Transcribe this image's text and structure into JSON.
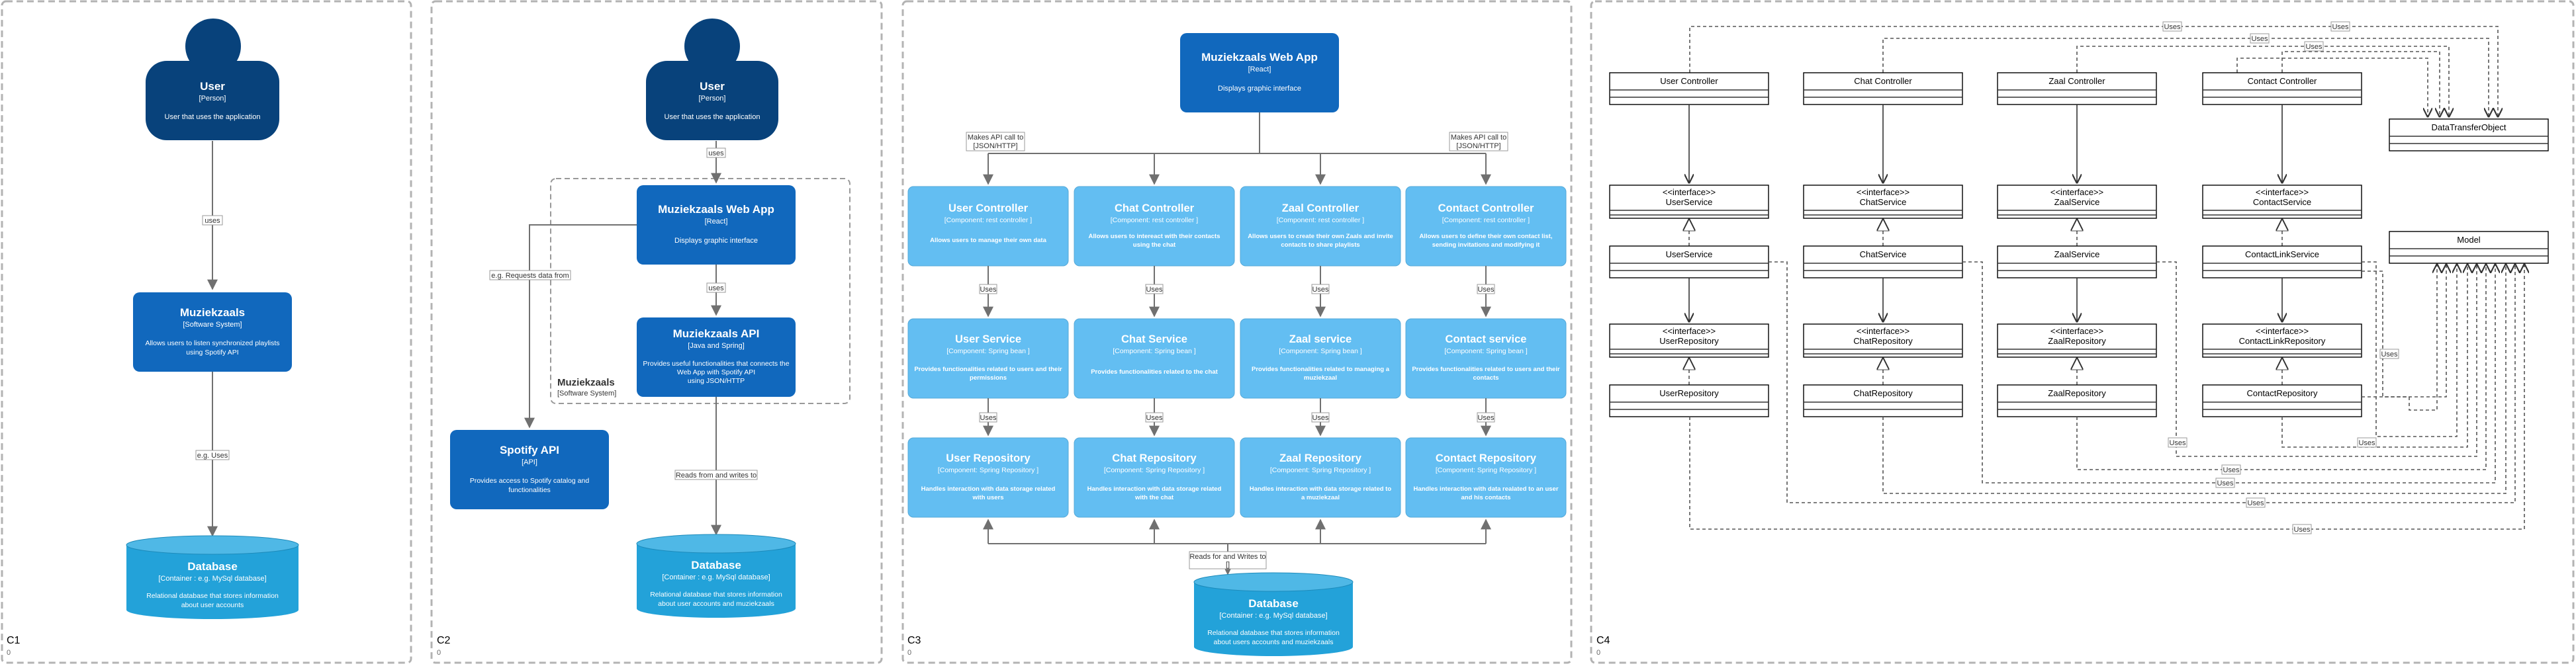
{
  "colors": {
    "person": "#08427b",
    "system": "#1168bd",
    "container_db": "#23a2d9",
    "component": "#63bef2",
    "edge": "#707070",
    "frame": "#b3b3b3"
  },
  "panels": {
    "c1": {
      "label": "C1",
      "sub": "0"
    },
    "c2": {
      "label": "C2",
      "sub": "0"
    },
    "c3": {
      "label": "C3",
      "sub": "0"
    },
    "c4": {
      "label": "C4",
      "sub": "0"
    }
  },
  "c1": {
    "user": {
      "title": "User",
      "type": "[Person]",
      "desc": "User that uses the application"
    },
    "system": {
      "title": "Muziekzaals",
      "type": "[Software System]",
      "desc1": "Allows users to listen synchronized playlists",
      "desc2": "using Spotify API"
    },
    "db": {
      "title": "Database",
      "type": "[Container : e.g. MySql database]",
      "desc1": "Relational database that stores information",
      "desc2": "about user accounts"
    },
    "edge_uses": "uses",
    "edge_eg_uses": "e.g. Uses"
  },
  "c2": {
    "user": {
      "title": "User",
      "type": "[Person]",
      "desc": "User that uses the application"
    },
    "webapp": {
      "title": "Muziekzaals Web App",
      "type": "[React]",
      "desc": "Displays graphic interface"
    },
    "api": {
      "title": "Muziekzaals API",
      "type": "[Java and Spring]",
      "desc1": "Provides useful functionalities that connects the",
      "desc2": "Web App with Spotify API",
      "desc3": "using JSON/HTTP"
    },
    "spotify": {
      "title": "Spotify API",
      "type": "[API]",
      "desc1": "Provides access to Spotify catalog and",
      "desc2": "functionalities"
    },
    "db": {
      "title": "Database",
      "type": "[Container : e.g. MySql database]",
      "desc1": "Relational database that stores information",
      "desc2": "about user accounts and muziekzaals"
    },
    "boundary": {
      "title": "Muziekzaals",
      "type": "[Software System]"
    },
    "edge_uses1": "uses",
    "edge_uses2": "uses",
    "edge_requests": "e.g. Requests data from",
    "edge_reads": "Reads from and writes to"
  },
  "c3": {
    "webapp": {
      "title": "Muziekzaals Web App",
      "type": "[React]",
      "desc": "Displays graphic interface"
    },
    "edge_api_left1": "Makes API call to",
    "edge_api_left2": "[JSON/HTTP]",
    "edge_api_right1": "Makes API call to",
    "edge_api_right2": "[JSON/HTTP]",
    "edge_uses": "Uses",
    "edge_db1": "Reads for and Writes to",
    "edge_db2": "[]",
    "controllers": [
      {
        "title": "User Controller",
        "type": "[Component: rest controller ]",
        "d1": "Allows users to manage their own data",
        "d2": ""
      },
      {
        "title": "Chat Controller",
        "type": "[Component: rest controller ]",
        "d1": "Allows users to intereact with their contacts",
        "d2": "using the chat"
      },
      {
        "title": "Zaal Controller",
        "type": "[Component: rest controller ]",
        "d1": "Allows users to create their own Zaals and invite",
        "d2": "contacts to share playlists"
      },
      {
        "title": "Contact Controller",
        "type": "[Component: rest controller ]",
        "d1": "Allows users to define their own contact list,",
        "d2": "sending invitations and modifying it"
      }
    ],
    "services": [
      {
        "title": "User Service",
        "type": "[Component: Spring bean ]",
        "d1": "Provides functionalities related to users and their",
        "d2": "permissions"
      },
      {
        "title": "Chat Service",
        "type": "[Component: Spring bean ]",
        "d1": "Provides functionalities related to the chat",
        "d2": ""
      },
      {
        "title": "Zaal service",
        "type": "[Component: Spring bean ]",
        "d1": "Provides functionalities related to managing a",
        "d2": "muziekzaal"
      },
      {
        "title": "Contact service",
        "type": "[Component: Spring bean ]",
        "d1": "Provides functionalities related to users and their",
        "d2": "contacts"
      }
    ],
    "repositories": [
      {
        "title": "User Repository",
        "type": "[Component: Spring Repository ]",
        "d1": "Handles interaction with data storage related",
        "d2": "with users"
      },
      {
        "title": "Chat Repository",
        "type": "[Component: Spring Repository ]",
        "d1": "Handles interaction with data storage related",
        "d2": "with the chat"
      },
      {
        "title": "Zaal Repository",
        "type": "[Component: Spring Repository ]",
        "d1": "Handles interaction with data storage related to",
        "d2": "a muziekzaal"
      },
      {
        "title": "Contact Repository",
        "type": "[Component: Spring Repository ]",
        "d1": "Handles interaction with data realated to an user",
        "d2": "and his contacts"
      }
    ],
    "db": {
      "title": "Database",
      "type": "[Container : e.g. MySql database]",
      "desc1": "Relational database that stores information",
      "desc2": "about users accounts and muziekzaals"
    }
  },
  "c4": {
    "uses": "Uses",
    "controllers": [
      "User Controller",
      "Chat Controller",
      "Zaal Controller",
      "Contact Controller"
    ],
    "service_interfaces": [
      {
        "stereo": "<<interface>>",
        "name": "UserService"
      },
      {
        "stereo": "<<interface>>",
        "name": "ChatService"
      },
      {
        "stereo": "<<interface>>",
        "name": "ZaalService"
      },
      {
        "stereo": "<<interface>>",
        "name": "ContactService"
      }
    ],
    "services": [
      "UserService",
      "ChatService",
      "ZaalService",
      "ContactLinkService"
    ],
    "repo_interfaces": [
      {
        "stereo": "<<interface>>",
        "name": "UserRepository"
      },
      {
        "stereo": "<<interface>>",
        "name": "ChatRepository"
      },
      {
        "stereo": "<<interface>>",
        "name": "ZaalRepository"
      },
      {
        "stereo": "<<interface>>",
        "name": "ContactLinkRepository"
      }
    ],
    "repositories": [
      "UserRepository",
      "ChatRepository",
      "ZaalRepository",
      "ContactRepository"
    ],
    "dto": "DataTransferObject",
    "model": "Model"
  }
}
